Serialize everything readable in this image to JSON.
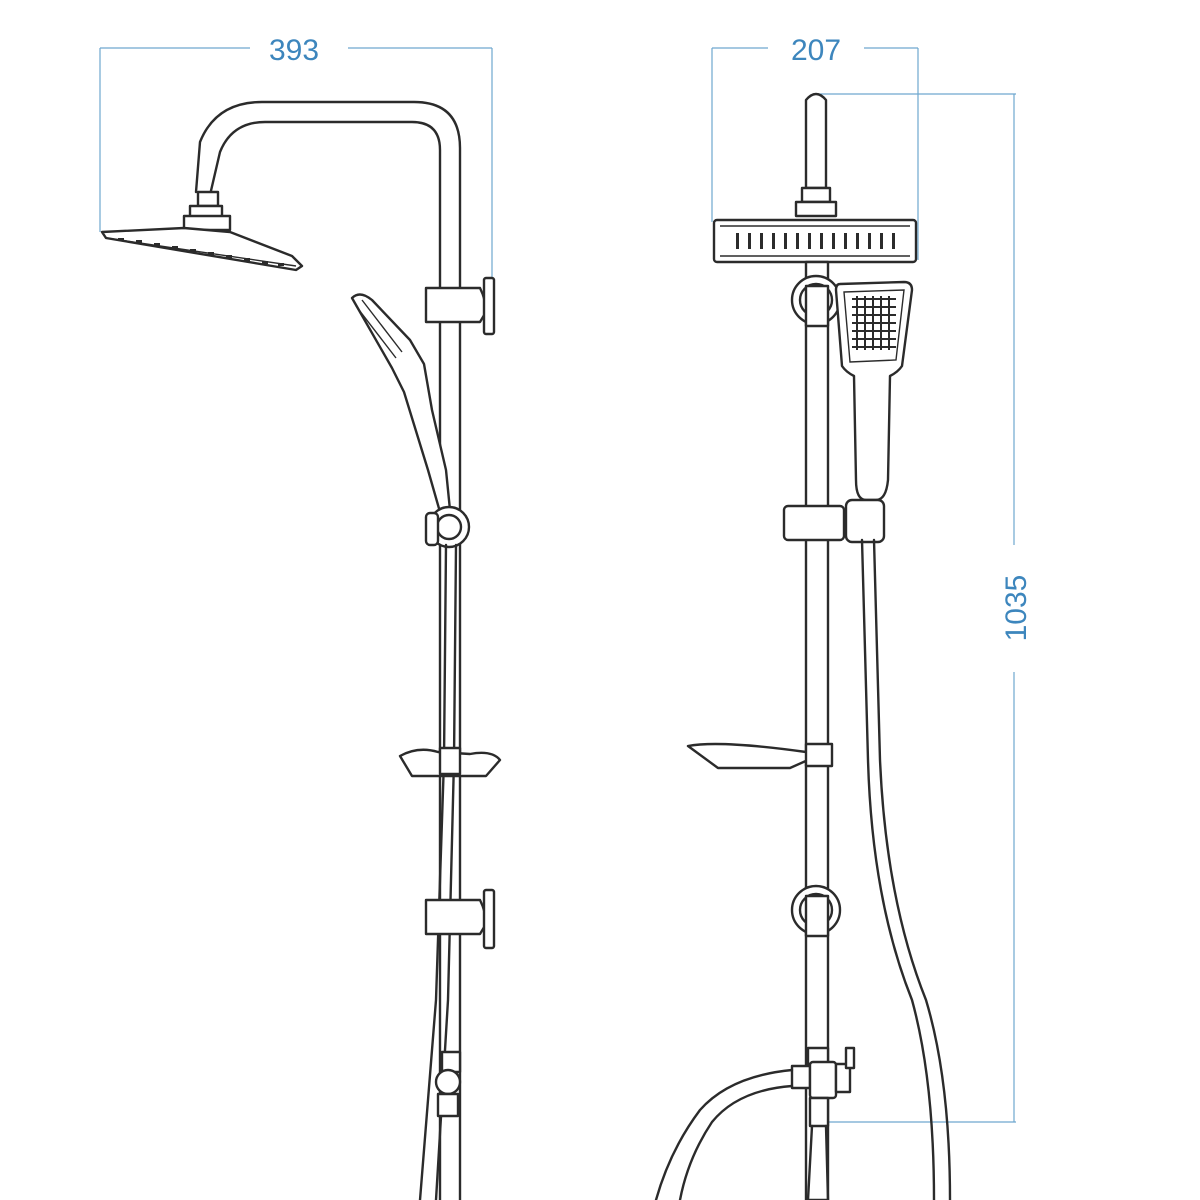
{
  "dimensions": {
    "side_width": "393",
    "front_width": "207",
    "height": "1035"
  },
  "colors": {
    "dimension": "#3d86bd",
    "line": "#2b2b2b",
    "background": "#ffffff"
  }
}
